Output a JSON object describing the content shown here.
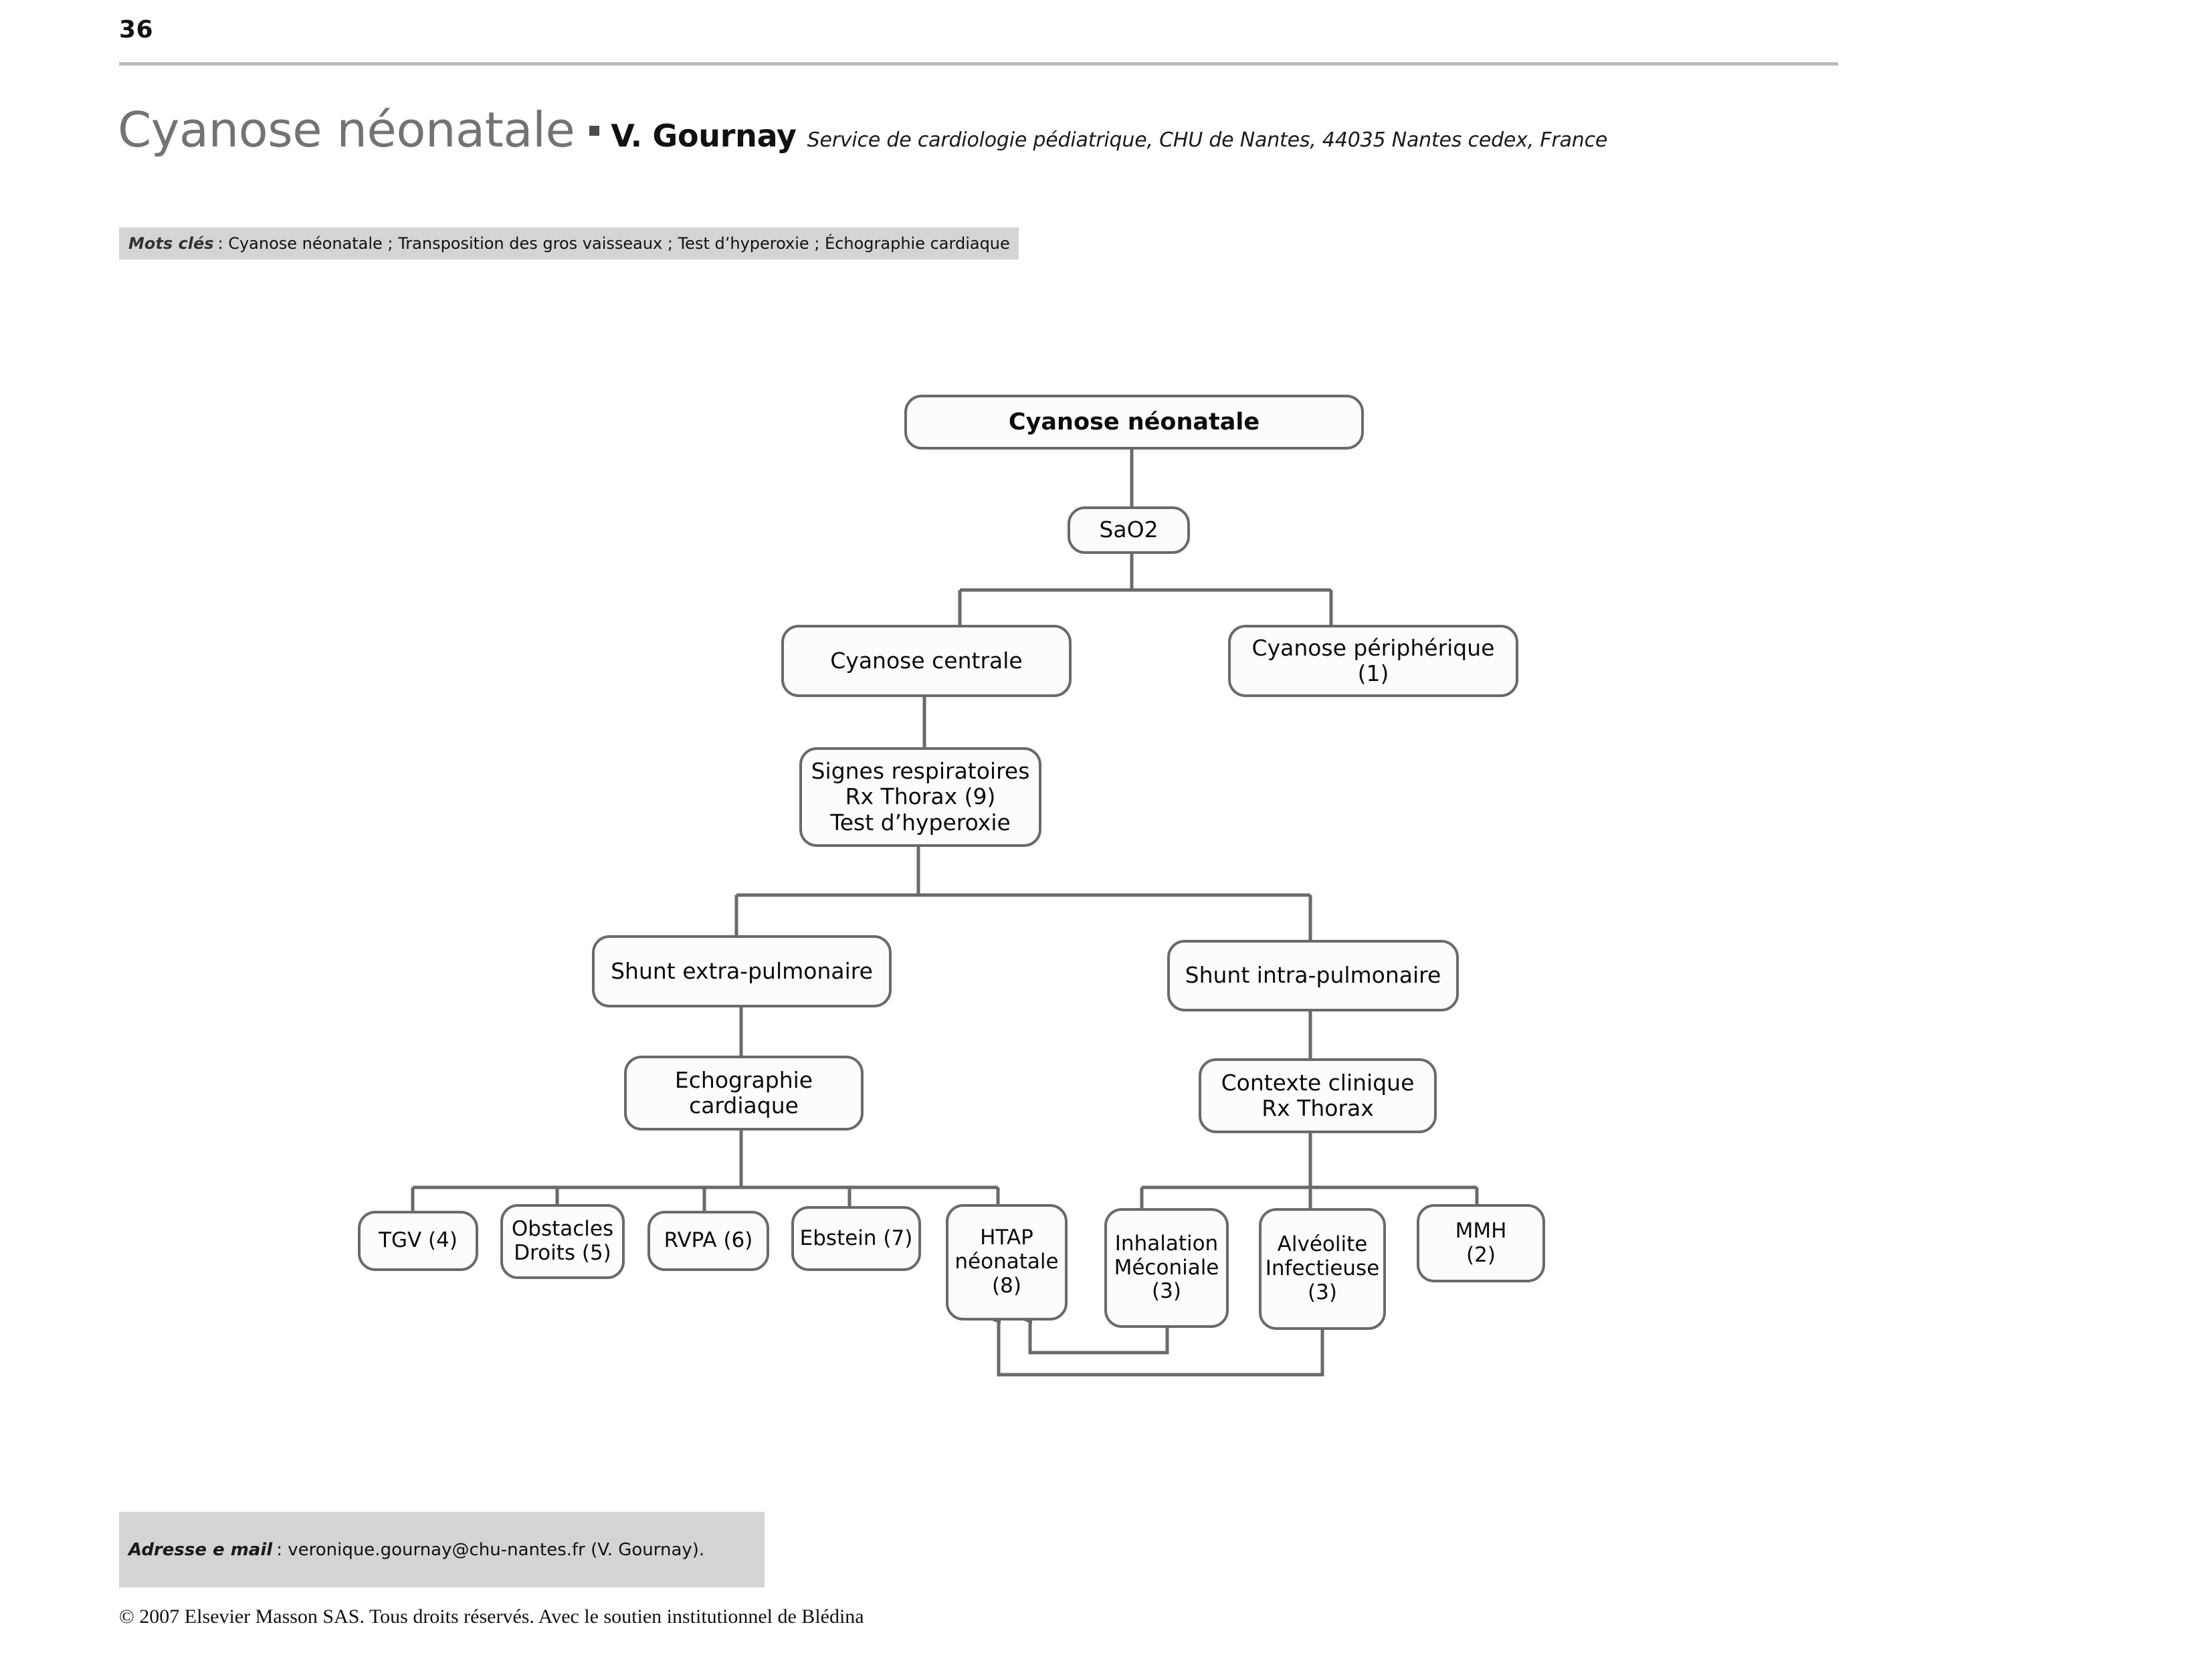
{
  "page": {
    "number": "36"
  },
  "title": {
    "article": "Cyanose néonatale",
    "bullet_icon": "square-bullet-icon",
    "author": "V. Gournay",
    "affiliation": "Service de cardiologie pédiatrique, CHU de Nantes, 44035 Nantes cedex, France"
  },
  "keywords": {
    "label": "Mots clés",
    "text": ": Cyanose néonatale ; Transposition des gros vaisseaux ; Test d’hyperoxie ; Échographie cardiaque"
  },
  "footer": {
    "email_label": "Adresse e mail",
    "email_text": ": veronique.gournay@chu-nantes.fr (V. Gournay).",
    "copyright": "© 2007 Elsevier Masson SAS. Tous droits réservés. Avec le soutien institutionnel de Blédina"
  },
  "colors": {
    "node_border": "#6a6a6a",
    "node_fill": "#fcfcfa",
    "connector": "#6a6a6a",
    "band_background": "#d4d4d4",
    "title_gray": "#737373",
    "rule_gray": "#b9bbbe"
  },
  "chart_data": {
    "type": "flowchart",
    "title": "Cyanose néonatale — arbre décisionnel",
    "orientation": "top-down",
    "nodes": [
      {
        "id": "root",
        "label": "Cyanose néonatale",
        "count": null,
        "level": 0
      },
      {
        "id": "sao2",
        "label": "SaO2",
        "count": null,
        "level": 1
      },
      {
        "id": "centrale",
        "label": "Cyanose centrale",
        "count": null,
        "level": 2
      },
      {
        "id": "peripherique",
        "label": "Cyanose périphérique\n(1)",
        "count": 1,
        "level": 2
      },
      {
        "id": "signes",
        "label": "Signes respiratoires\nRx Thorax (9)\nTest d’hyperoxie",
        "count": 9,
        "level": 3
      },
      {
        "id": "extra",
        "label": "Shunt extra-pulmonaire",
        "count": null,
        "level": 4
      },
      {
        "id": "intra",
        "label": "Shunt intra-pulmonaire",
        "count": null,
        "level": 4
      },
      {
        "id": "echo",
        "label": "Echographie\ncardiaque",
        "count": null,
        "level": 5
      },
      {
        "id": "contexte",
        "label": "Contexte clinique\nRx Thorax",
        "count": null,
        "level": 5
      },
      {
        "id": "tgv",
        "label": "TGV (4)",
        "count": 4,
        "level": 6
      },
      {
        "id": "obstacles",
        "label": "Obstacles\nDroits (5)",
        "count": 5,
        "level": 6
      },
      {
        "id": "rvpa",
        "label": "RVPA (6)",
        "count": 6,
        "level": 6
      },
      {
        "id": "ebstein",
        "label": "Ebstein (7)",
        "count": 7,
        "level": 6
      },
      {
        "id": "htap",
        "label": "HTAP\nnéonatale\n(8)",
        "count": 8,
        "level": 6
      },
      {
        "id": "inhalation",
        "label": "Inhalation\nMéconiale\n(3)",
        "count": 3,
        "level": 6
      },
      {
        "id": "alveolite",
        "label": "Alvéolite\nInfectieuse\n(3)",
        "count": 3,
        "level": 6
      },
      {
        "id": "mmh",
        "label": "MMH\n(2)",
        "count": 2,
        "level": 6
      }
    ],
    "edges": [
      {
        "from": "root",
        "to": "sao2",
        "arrow": false
      },
      {
        "from": "sao2",
        "to": "centrale",
        "arrow": false
      },
      {
        "from": "sao2",
        "to": "peripherique",
        "arrow": false
      },
      {
        "from": "centrale",
        "to": "signes",
        "arrow": false
      },
      {
        "from": "signes",
        "to": "extra",
        "arrow": false
      },
      {
        "from": "signes",
        "to": "intra",
        "arrow": false
      },
      {
        "from": "extra",
        "to": "echo",
        "arrow": false
      },
      {
        "from": "intra",
        "to": "contexte",
        "arrow": false
      },
      {
        "from": "echo",
        "to": "tgv",
        "arrow": false
      },
      {
        "from": "echo",
        "to": "obstacles",
        "arrow": false
      },
      {
        "from": "echo",
        "to": "rvpa",
        "arrow": false
      },
      {
        "from": "echo",
        "to": "ebstein",
        "arrow": false
      },
      {
        "from": "echo",
        "to": "htap",
        "arrow": false
      },
      {
        "from": "contexte",
        "to": "inhalation",
        "arrow": false
      },
      {
        "from": "contexte",
        "to": "alveolite",
        "arrow": false
      },
      {
        "from": "contexte",
        "to": "mmh",
        "arrow": false
      },
      {
        "from": "inhalation",
        "to": "htap",
        "arrow": true
      },
      {
        "from": "alveolite",
        "to": "htap",
        "arrow": true
      }
    ]
  }
}
